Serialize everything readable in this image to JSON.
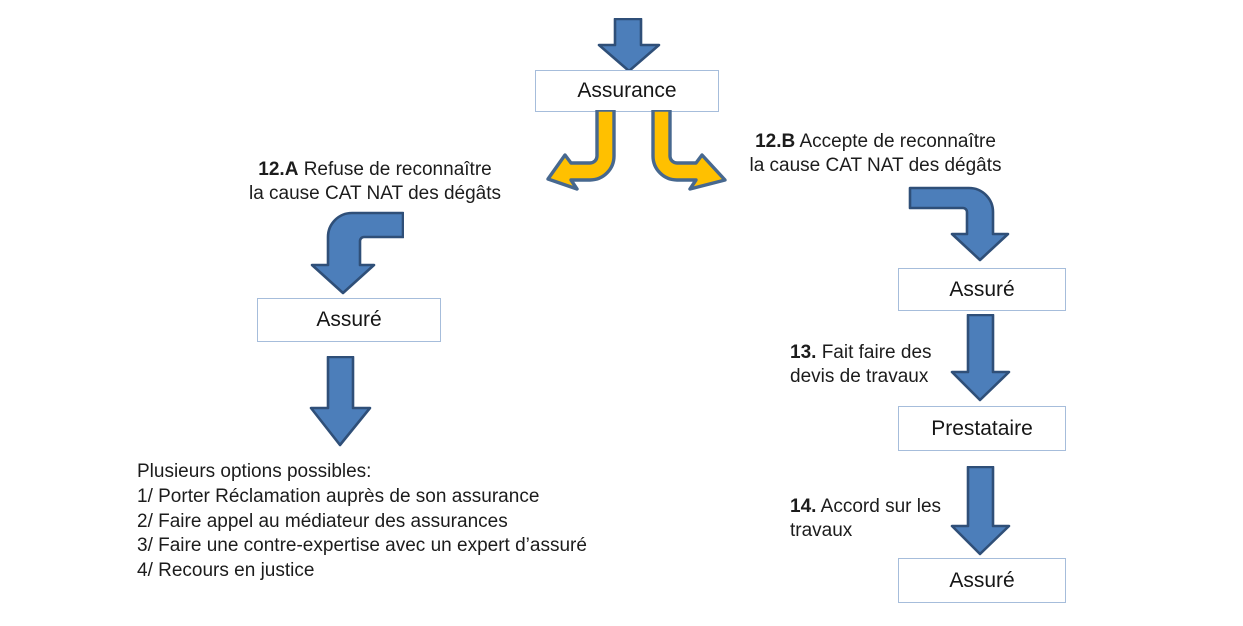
{
  "colors": {
    "arrow_blue_fill": "#4C7EBA",
    "arrow_blue_stroke": "#2F4F78",
    "arrow_yellow_fill": "#FFC000",
    "arrow_yellow_stroke": "#47688F",
    "box_border": "#A6BDDB"
  },
  "icons": {
    "flow_down": "down-arrow",
    "branch_left": "curved-arrow-left",
    "branch_right": "curved-arrow-right",
    "elbow_left": "bent-arrow-down-left",
    "elbow_right": "bent-arrow-down-right"
  },
  "nodes": {
    "assurance": "Assurance",
    "assure_left": "Assuré",
    "assure_right": "Assuré",
    "prestataire": "Prestataire",
    "assure_final": "Assuré"
  },
  "branches": {
    "refuse": {
      "num": "12.A",
      "rest": "Refuse de reconnaître",
      "line2": "la cause CAT NAT des dégâts"
    },
    "accept": {
      "num": "12.B",
      "rest": "Accepte de reconnaître",
      "line2": "la cause CAT NAT des dégâts"
    },
    "devis": {
      "num": "13.",
      "rest": "Fait faire des",
      "line2": "devis de travaux"
    },
    "accord": {
      "num": "14.",
      "rest": "Accord sur les",
      "line2": "travaux"
    }
  },
  "options": {
    "title": "Plusieurs options possibles:",
    "items": [
      "1/ Porter Réclamation auprès de son assurance",
      "2/ Faire appel au médiateur des assurances",
      "3/ Faire une contre-expertise avec un expert d’assuré",
      "4/ Recours en justice"
    ]
  }
}
